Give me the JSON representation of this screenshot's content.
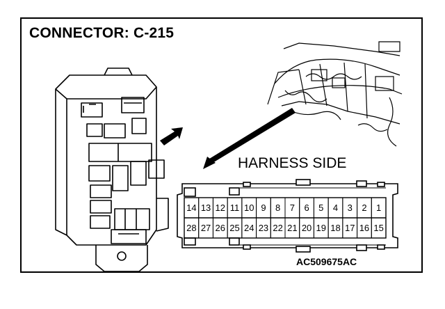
{
  "title": "CONNECTOR: C-215",
  "view_label": "HARNESS SIDE",
  "figure_code": "AC509675AC",
  "connector": {
    "top_row_pins": [
      "14",
      "13",
      "12",
      "11",
      "10",
      "9",
      "8",
      "7",
      "6",
      "5",
      "4",
      "3",
      "2",
      "1"
    ],
    "bottom_row_pins": [
      "28",
      "27",
      "26",
      "25",
      "24",
      "23",
      "22",
      "21",
      "20",
      "19",
      "18",
      "17",
      "16",
      "15"
    ]
  }
}
